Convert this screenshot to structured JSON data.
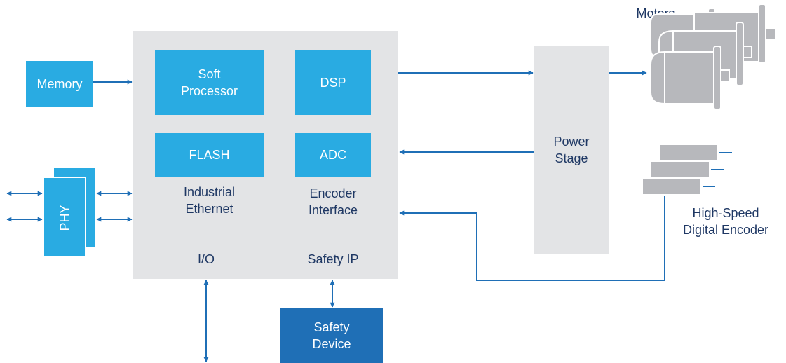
{
  "colors": {
    "block_light": "#29abe2",
    "block_dark": "#1f6fb6",
    "fpga_bg": "#e3e4e6",
    "power_bg": "#e3e4e6",
    "arrow": "#1f6fb6",
    "label_text": "#1f3864",
    "motor_gray": "#b7b8bc"
  },
  "blocks": {
    "memory": "Memory",
    "soft_processor": "Soft\nProcessor",
    "dsp": "DSP",
    "flash": "FLASH",
    "adc": "ADC",
    "phy": "PHY",
    "safety_device": "Safety\nDevice",
    "power_stage": "Power\nStage"
  },
  "labels": {
    "industrial_ethernet": "Industrial\nEthernet",
    "encoder_interface": "Encoder\nInterface",
    "io": "I/O",
    "safety_ip": "Safety IP",
    "motors": "Motors",
    "encoder": "High-Speed\nDigital Encoder"
  },
  "icons": {
    "motors": "motor-stack-icon",
    "encoder": "encoder-stack-icon"
  }
}
